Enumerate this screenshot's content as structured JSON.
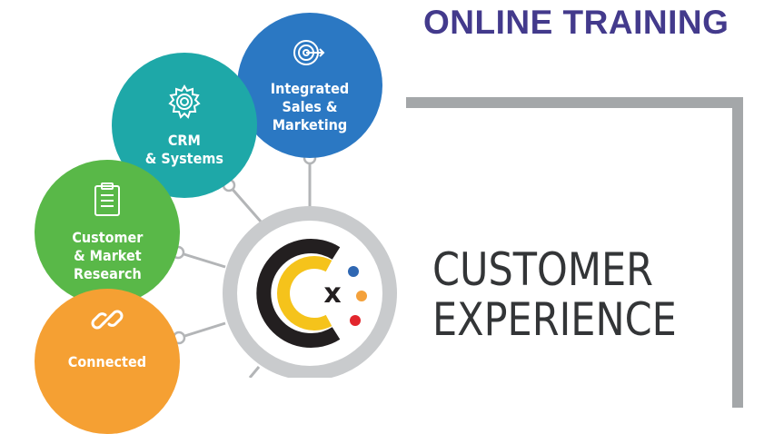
{
  "heading": "ONLINE TRAINING",
  "title": {
    "line1": "CUSTOMER",
    "line2": "EXPERIENCE"
  },
  "logo": {
    "letter": "x",
    "dot_colors": [
      "#2f67b2",
      "#f4a13b",
      "#e2262d"
    ],
    "ring_colors": [
      "#231f20",
      "#f5c31b"
    ]
  },
  "bubbles": [
    {
      "label": "Integrated\nSales &\nMarketing",
      "icon": "target-icon",
      "color": "#2b78c3"
    },
    {
      "label": "CRM\n& Systems",
      "icon": "gear-icon",
      "color": "#1ea8a8"
    },
    {
      "label": "Customer\n& Market\nResearch",
      "icon": "clipboard-icon",
      "color": "#59b848"
    },
    {
      "label": "Connected",
      "icon": "chain-link-icon",
      "color": "#f5a033"
    }
  ],
  "colors": {
    "heading": "#433a8c",
    "frame": "#a4a7a9",
    "title": "#333537",
    "hub_ring": "#c9cbcd",
    "connector": "#b3b5b7"
  }
}
